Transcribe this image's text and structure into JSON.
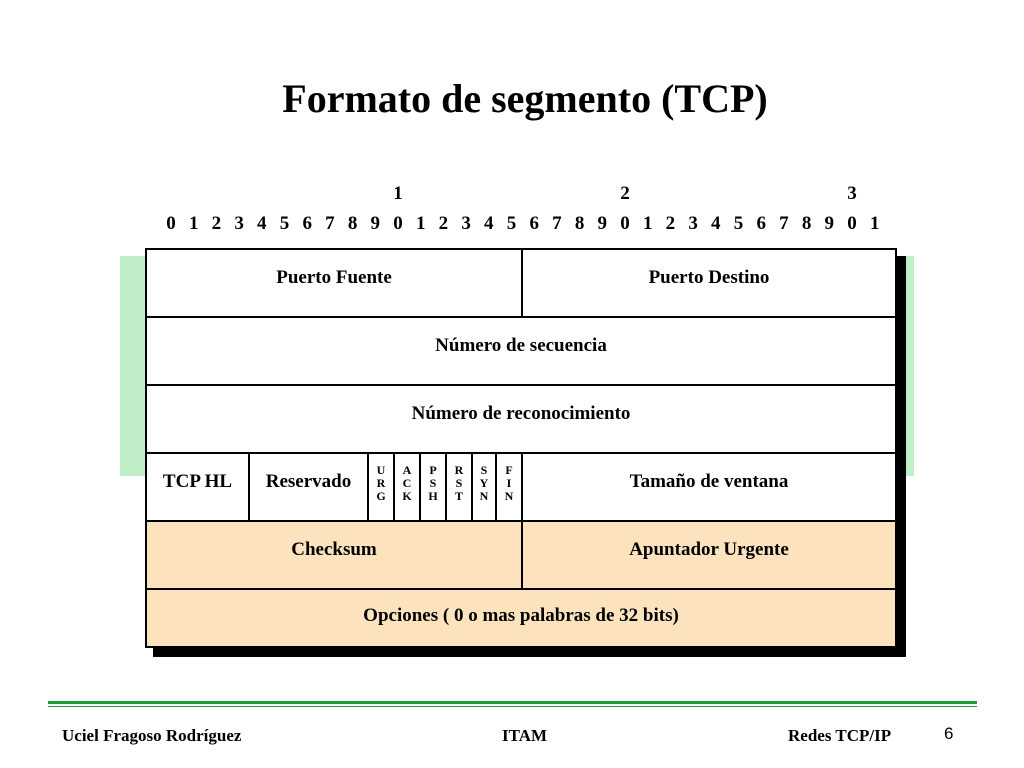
{
  "slide": {
    "title": "Formato de segmento (TCP)",
    "page_number": "6"
  },
  "ruler": {
    "tens": [
      "1",
      "2",
      "3"
    ],
    "bits": [
      "0",
      "1",
      "2",
      "3",
      "4",
      "5",
      "6",
      "7",
      "8",
      "9",
      "0",
      "1",
      "2",
      "3",
      "4",
      "5",
      "6",
      "7",
      "8",
      "9",
      "0",
      "1",
      "2",
      "3",
      "4",
      "5",
      "6",
      "7",
      "8",
      "9",
      "0",
      "1"
    ]
  },
  "segment": {
    "row1": {
      "left": "Puerto Fuente",
      "right": "Puerto Destino"
    },
    "row2": {
      "label": "Número de secuencia"
    },
    "row3": {
      "label": "Número de reconocimiento"
    },
    "row4": {
      "hl": "TCP HL",
      "reserved": "Reservado",
      "flags": [
        [
          "U",
          "R",
          "G"
        ],
        [
          "A",
          "C",
          "K"
        ],
        [
          "P",
          "S",
          "H"
        ],
        [
          "R",
          "S",
          "T"
        ],
        [
          "S",
          "Y",
          "N"
        ],
        [
          "F",
          "I",
          "N"
        ]
      ],
      "window": "Tamaño de ventana"
    },
    "row5": {
      "left": "Checksum",
      "right": "Apuntador Urgente"
    },
    "row6": {
      "label": "Opciones ( 0 o mas palabras de 32 bits)"
    }
  },
  "colors": {
    "green_band": "#bfeec8",
    "beige_rows": "#fde3bd",
    "footer_line": "#1f9a3a"
  },
  "footer": {
    "author": "Uciel Fragoso Rodríguez",
    "institution": "ITAM",
    "course": "Redes TCP/IP"
  }
}
